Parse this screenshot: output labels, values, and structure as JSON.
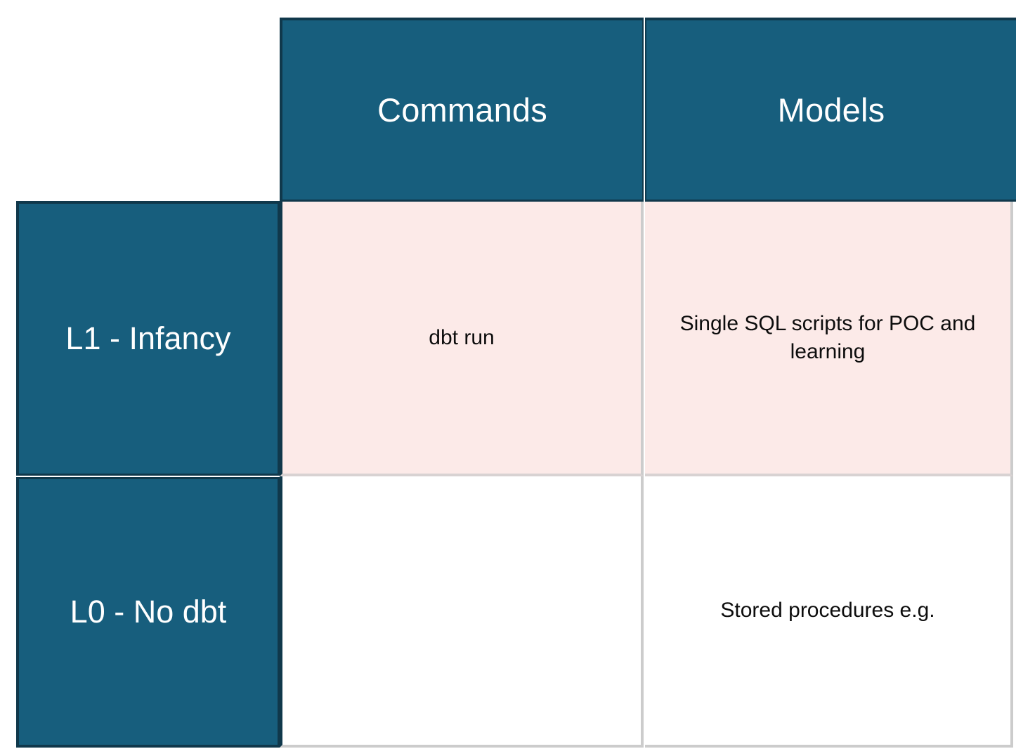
{
  "matrix": {
    "corner_label": "",
    "column_headers": [
      {
        "id": "commands",
        "label": "Commands"
      },
      {
        "id": "models",
        "label": "Models"
      }
    ],
    "row_headers": [
      {
        "id": "l1",
        "label": "L1 - Infancy"
      },
      {
        "id": "l0",
        "label": "L0 - No dbt"
      }
    ],
    "cells": {
      "l1": {
        "commands": "dbt run",
        "models": "Single SQL scripts for POC and learning"
      },
      "l0": {
        "commands": "",
        "models": "Stored procedures e.g."
      }
    },
    "colors": {
      "header_teal": "#175E7D",
      "header_border": "#10384B",
      "row_highlight_pink": "#FCEAE8",
      "cell_white": "#FFFFFF",
      "grid_gray": "#CCCCCC",
      "header_text": "#FFFFFF",
      "body_text": "#0D0D0D"
    }
  }
}
